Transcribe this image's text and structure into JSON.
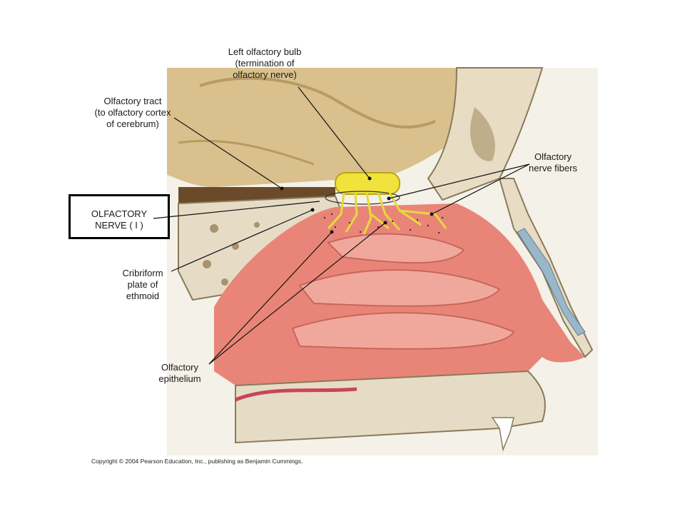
{
  "labels": {
    "olfactory_bulb": "Left olfactory bulb\n(termination of\nolfactory nerve)",
    "olfactory_tract": "Olfactory tract\n(to olfactory cortex\nof cerebrum)",
    "olfactory_nerve_fibers": "Olfactory\nnerve fibers",
    "olfactory_nerve": "OLFACTORY\nNERVE ( I )",
    "cribriform_plate": "Cribriform\nplate of\nethmoid",
    "olfactory_epithelium": "Olfactory\nepithelium"
  },
  "copyright": "Copyright © 2004 Pearson Education, Inc., publishing as Benjamin Cummings."
}
